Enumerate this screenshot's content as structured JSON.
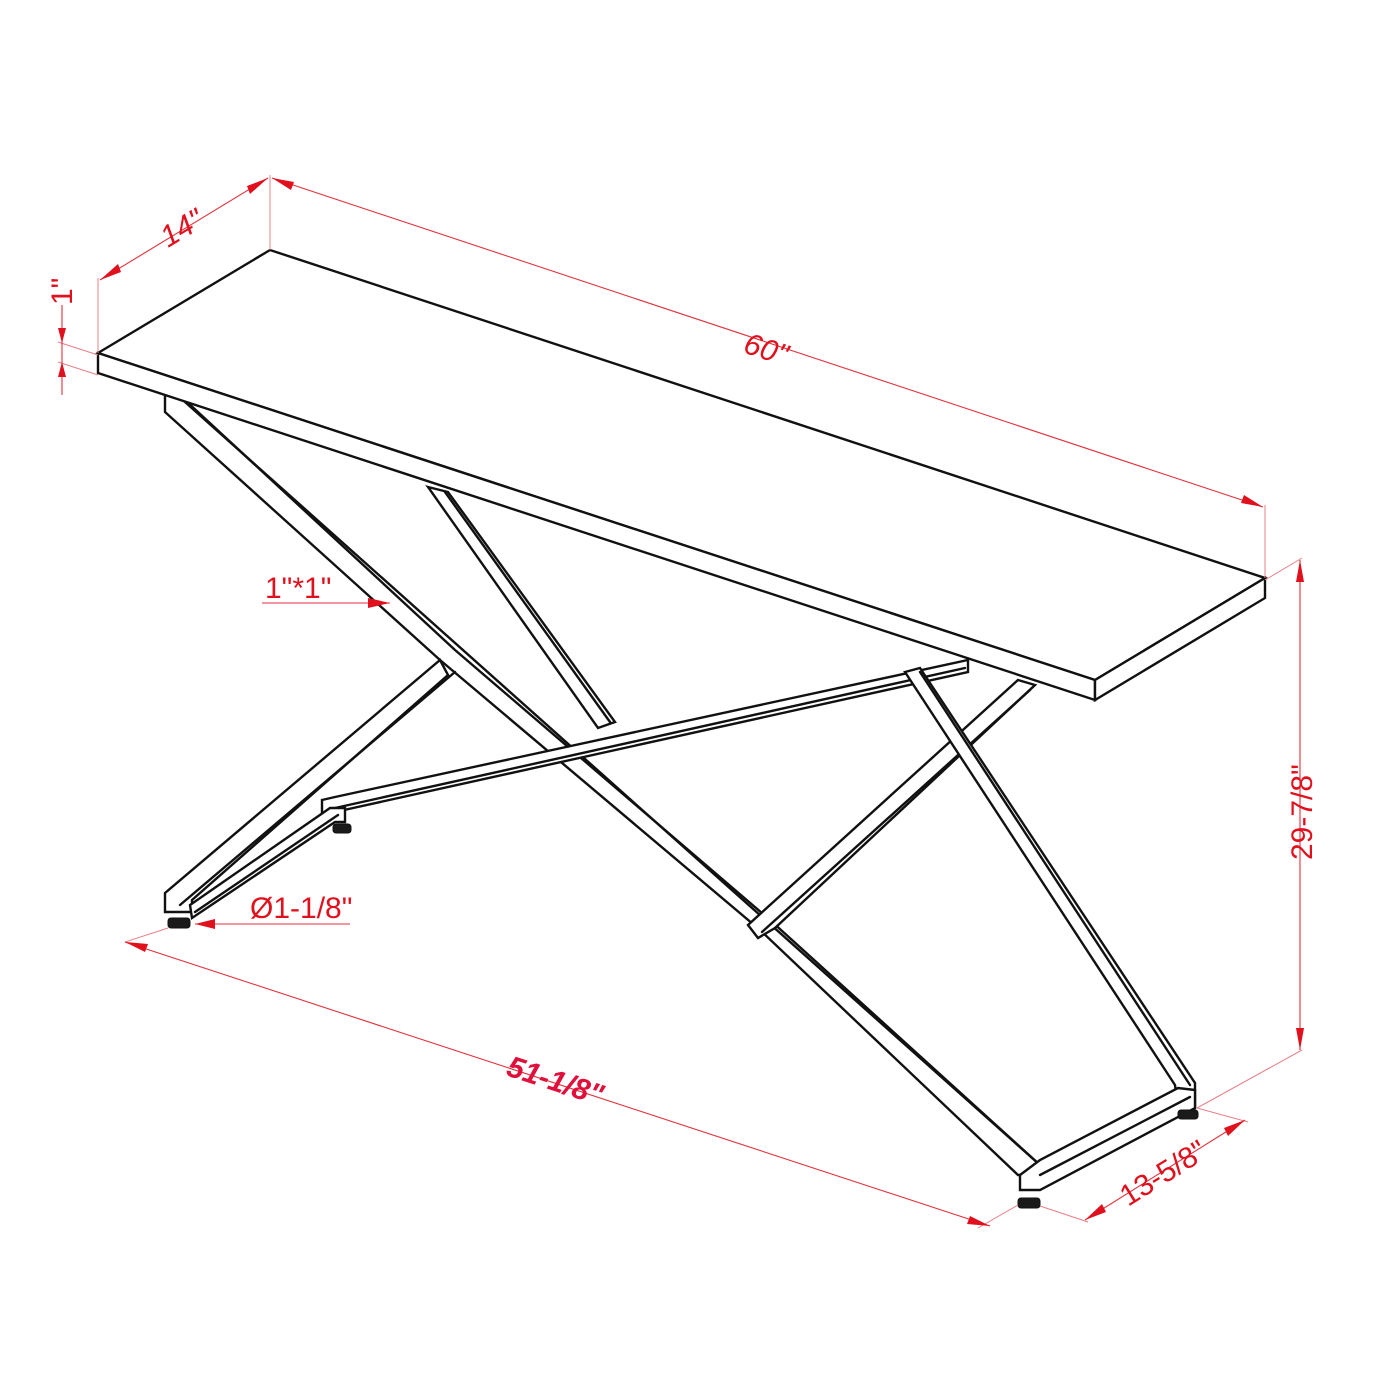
{
  "figure": {
    "subject": "Console table dimension drawing",
    "line_color": "#111111",
    "dimension_color": "#e0101c"
  },
  "dimensions": {
    "depth": {
      "label": "14\""
    },
    "thickness": {
      "label": "1\""
    },
    "length": {
      "label": "60\""
    },
    "tube_size": {
      "label": "1\"*1\""
    },
    "foot_diameter": {
      "label": "Ø1-1/8\""
    },
    "base_length": {
      "label": "51-1/8\""
    },
    "height": {
      "label": "29-7/8\""
    },
    "base_depth": {
      "label": "13-5/8\""
    }
  }
}
